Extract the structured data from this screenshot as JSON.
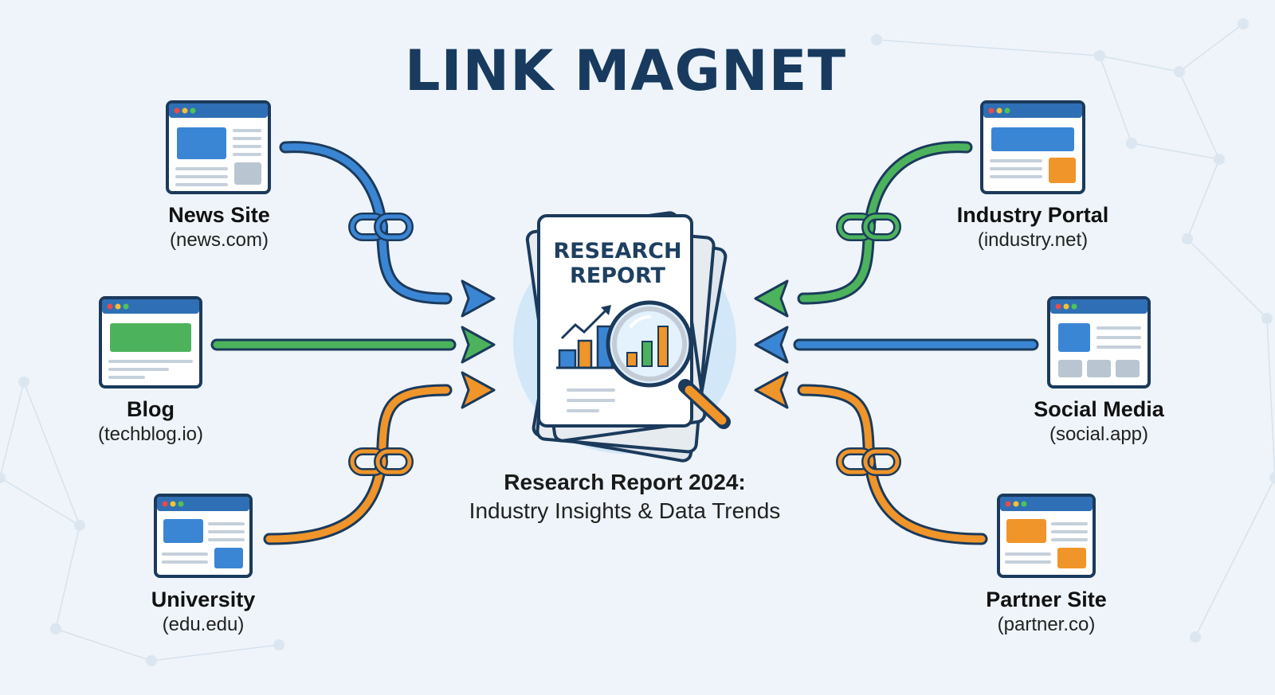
{
  "title": "LINK MAGNET",
  "center": {
    "doc_title_line1": "RESEARCH",
    "doc_title_line2": "REPORT",
    "caption_title": "Research Report 2024:",
    "caption_subtitle": "Industry Insights & Data Trends",
    "icon": "document-with-magnifier-icon"
  },
  "sources": [
    {
      "id": "news",
      "name": "News Site",
      "domain": "(news.com)",
      "color": "#3b86d4",
      "layout": "news"
    },
    {
      "id": "blog",
      "name": "Blog",
      "domain": "(techblog.io)",
      "color": "#4cb35c",
      "layout": "blog"
    },
    {
      "id": "university",
      "name": "University",
      "domain": "(edu.edu)",
      "color": "#f0952a",
      "layout": "uni"
    },
    {
      "id": "industry",
      "name": "Industry Portal",
      "domain": "(industry.net)",
      "color": "#4cb35c",
      "layout": "industry"
    },
    {
      "id": "social",
      "name": "Social Media",
      "domain": "(social.app)",
      "color": "#3b86d4",
      "layout": "social"
    },
    {
      "id": "partner",
      "name": "Partner Site",
      "domain": "(partner.co)",
      "color": "#f0952a",
      "layout": "partner"
    }
  ],
  "colors": {
    "outline": "#1b3a5c",
    "blue": "#3b86d4",
    "green": "#4cb35c",
    "orange": "#f0952a",
    "background": "#eef4f9"
  }
}
